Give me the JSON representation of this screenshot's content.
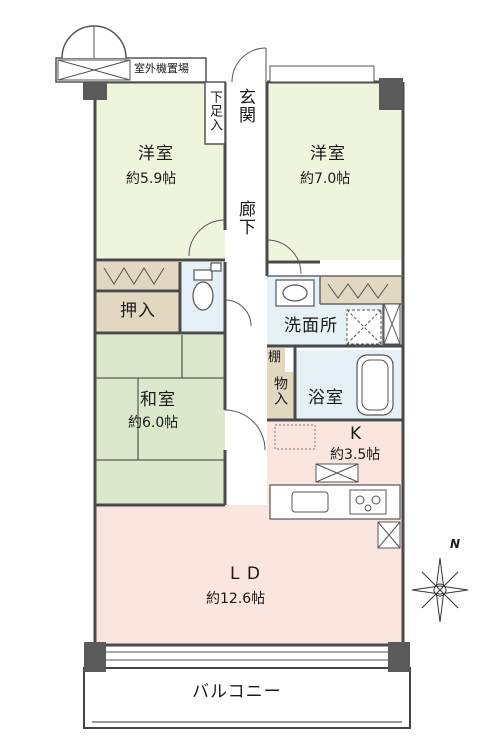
{
  "rooms": {
    "western1": {
      "name": "洋室",
      "area": "約5.9帖"
    },
    "western2": {
      "name": "洋室",
      "area": "約7.0帖"
    },
    "japanese": {
      "name": "和室",
      "area": "約6.0帖"
    },
    "ld": {
      "name": "L D",
      "area": "約12.6帖"
    },
    "kitchen": {
      "name": "K",
      "area": "約3.5帖"
    },
    "bath": {
      "name": "浴室"
    },
    "washroom": {
      "name": "洗面所"
    },
    "hallway": {
      "name": "廊下"
    },
    "entrance": {
      "name": "玄関"
    },
    "shoe_storage": {
      "name": "下足入"
    },
    "closet": {
      "name": "押入"
    },
    "storage": {
      "name": "物入"
    },
    "shelf": {
      "name": "棚"
    },
    "ac_space": {
      "name": "室外機置場"
    },
    "balcony": {
      "name": "バルコニー"
    }
  },
  "compass": {
    "north": "N"
  },
  "colors": {
    "western": "#eff4dd",
    "japanese": "#dbe8cc",
    "ld": "#fae6de",
    "wet": "#e5f1f6",
    "storage": "#e2d8c2",
    "wall": "#555555"
  }
}
